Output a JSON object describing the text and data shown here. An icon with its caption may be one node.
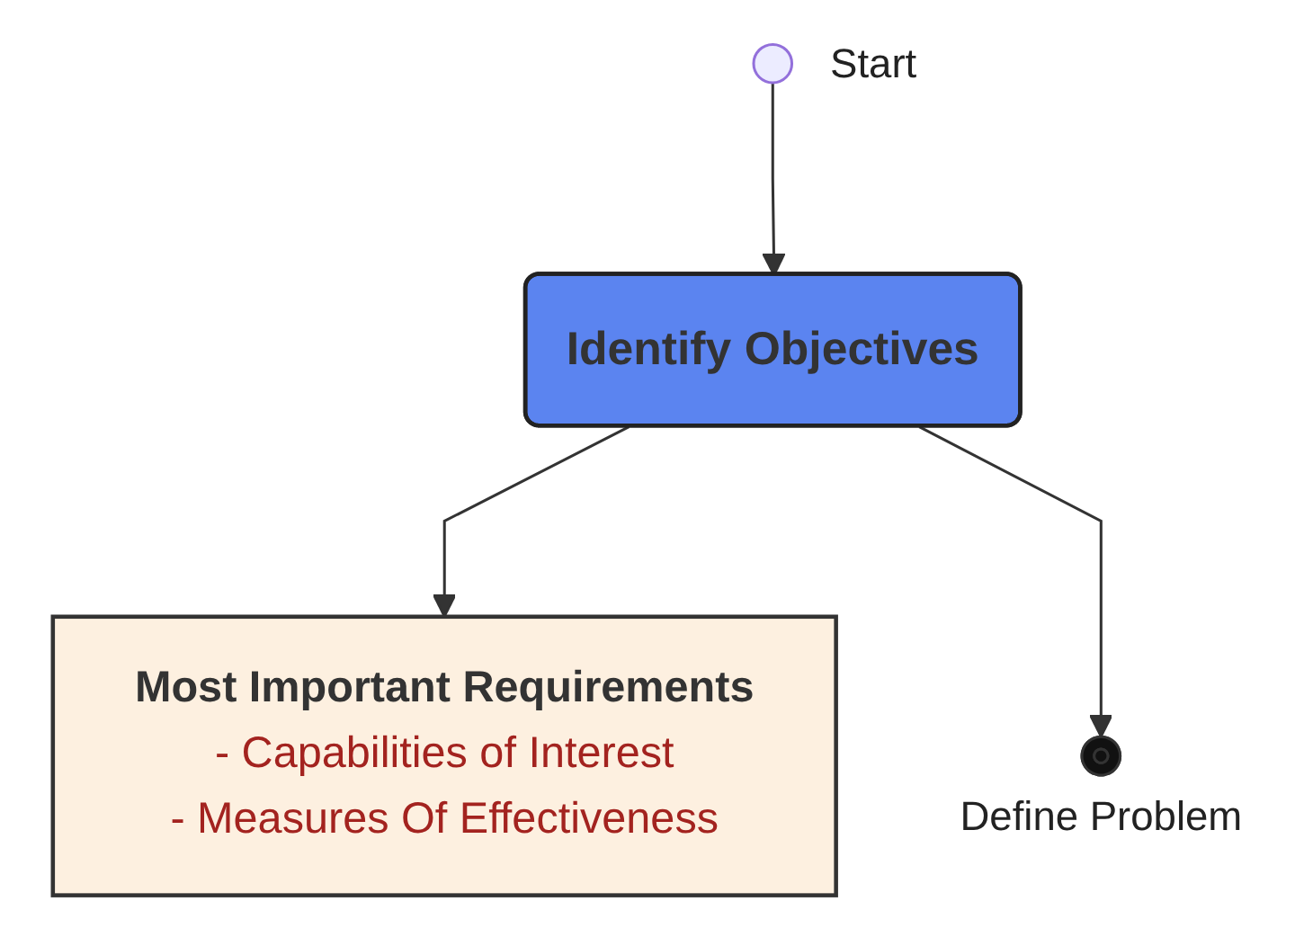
{
  "diagram": {
    "nodes": [
      {
        "text": [],
        "shape": "circle",
        "beside": [
          "Start"
        ]
      },
      {
        "text": [
          "Identify Objectives"
        ]
      },
      {
        "text": [
          "Most Important Requirements",
          "- Capabilities of Interest",
          "- Measures Of Effectiveness"
        ]
      },
      {
        "text": [],
        "shape": "circle",
        "beside": [
          "Define Problem"
        ]
      }
    ],
    "edges": [
      {
        "from": 0,
        "to": 1,
        "arrow": "to"
      },
      {
        "from": 1,
        "to": 2,
        "arrow": "to"
      },
      {
        "from": 1,
        "to": 3,
        "arrow": "to"
      }
    ]
  }
}
